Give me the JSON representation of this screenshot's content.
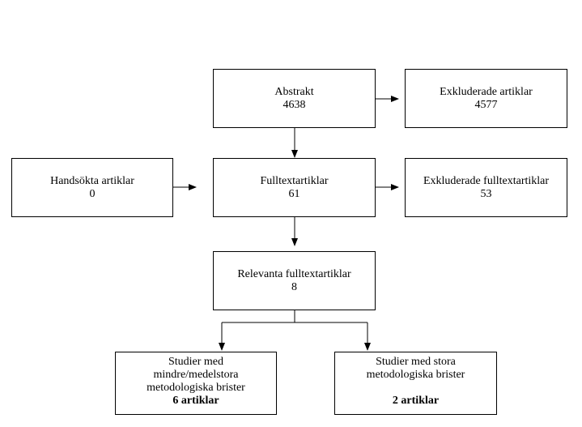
{
  "nodes": {
    "abstrakt": {
      "title": "Abstrakt",
      "count": "4638"
    },
    "exkluderade_artiklar": {
      "title": "Exkluderade artiklar",
      "count": "4577"
    },
    "handsokta_artiklar": {
      "title": "Handsökta artiklar",
      "count": "0"
    },
    "fulltextartiklar": {
      "title": "Fulltextartiklar",
      "count": "61"
    },
    "exkluderade_fulltextartiklar": {
      "title": "Exkluderade fulltextartiklar",
      "count": "53"
    },
    "relevanta_fulltextartiklar": {
      "title": "Relevanta fulltextartiklar",
      "count": "8"
    },
    "studier_mindre": {
      "line1": "Studier med",
      "line2": "mindre/medelstora",
      "line3": "metodologiska brister",
      "count": "6 artiklar"
    },
    "studier_stora": {
      "line1": "Studier med stora",
      "line2": "metodologiska brister",
      "count": "2 artiklar"
    }
  },
  "colors": {
    "stroke": "#000000",
    "background": "#ffffff"
  }
}
